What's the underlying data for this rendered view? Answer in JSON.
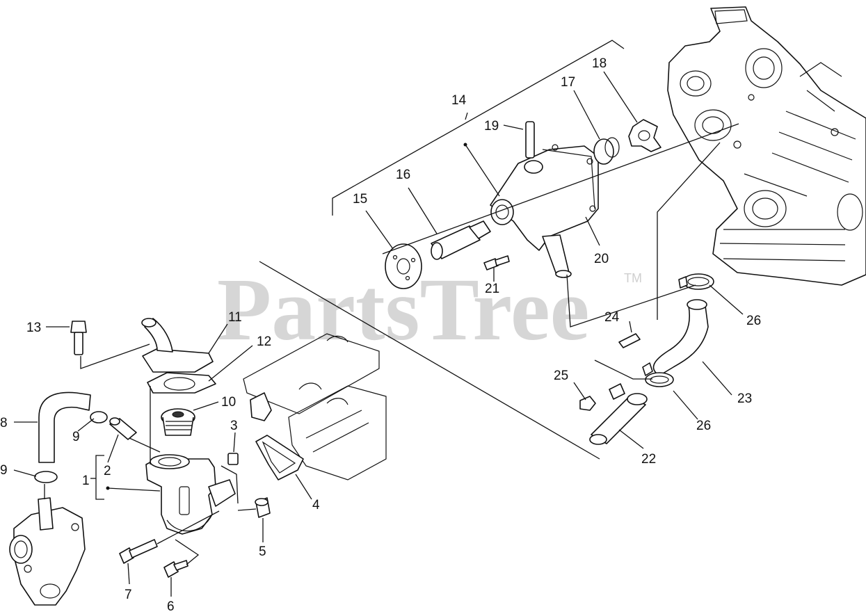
{
  "watermark": {
    "text": "PartsTree",
    "mark": "TM",
    "color": "#d6d6d6"
  },
  "callouts": [
    {
      "id": "1",
      "text": "1"
    },
    {
      "id": "2",
      "text": "2"
    },
    {
      "id": "3",
      "text": "3"
    },
    {
      "id": "4",
      "text": "4"
    },
    {
      "id": "5",
      "text": "5"
    },
    {
      "id": "6",
      "text": "6"
    },
    {
      "id": "7",
      "text": "7"
    },
    {
      "id": "8",
      "text": "8"
    },
    {
      "id": "9a",
      "text": "9"
    },
    {
      "id": "9b",
      "text": "9"
    },
    {
      "id": "10",
      "text": "10"
    },
    {
      "id": "11",
      "text": "11"
    },
    {
      "id": "12",
      "text": "12"
    },
    {
      "id": "13",
      "text": "13"
    },
    {
      "id": "14",
      "text": "14"
    },
    {
      "id": "15",
      "text": "15"
    },
    {
      "id": "16",
      "text": "16"
    },
    {
      "id": "17",
      "text": "17"
    },
    {
      "id": "18",
      "text": "18"
    },
    {
      "id": "19",
      "text": "19"
    },
    {
      "id": "20",
      "text": "20"
    },
    {
      "id": "21",
      "text": "21"
    },
    {
      "id": "22",
      "text": "22"
    },
    {
      "id": "23",
      "text": "23"
    },
    {
      "id": "24",
      "text": "24"
    },
    {
      "id": "25",
      "text": "25"
    },
    {
      "id": "26a",
      "text": "26"
    },
    {
      "id": "26b",
      "text": "26"
    }
  ]
}
